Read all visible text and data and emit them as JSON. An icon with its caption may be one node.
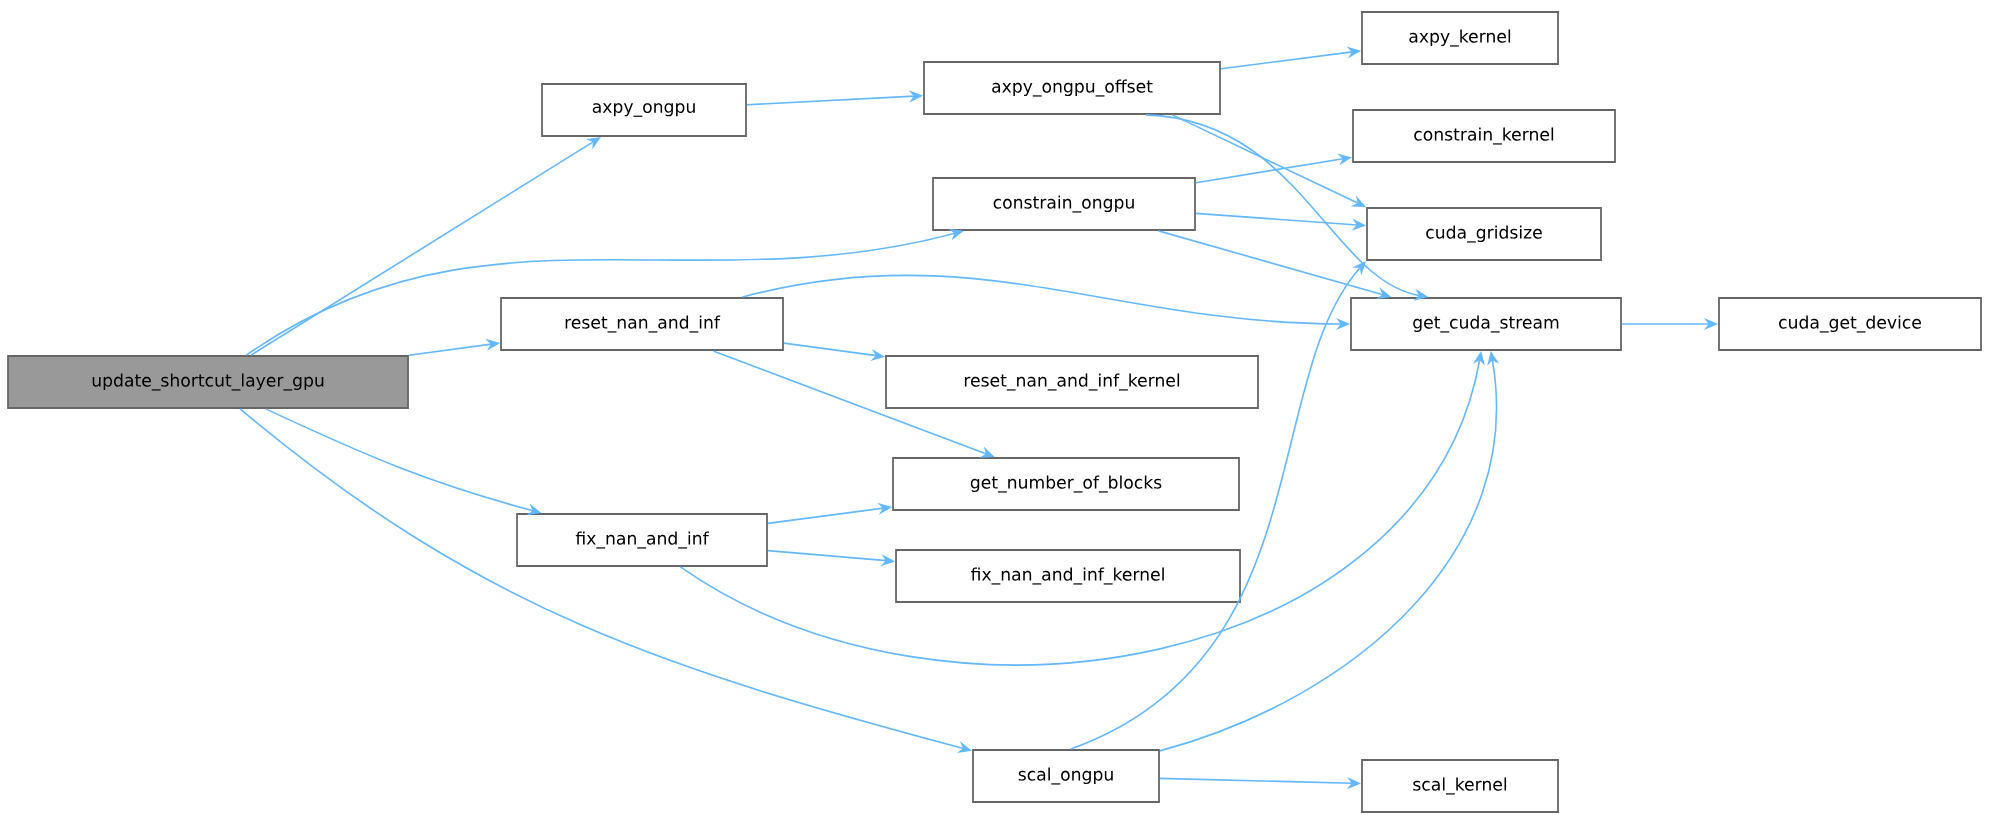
{
  "diagram": {
    "nodes": [
      {
        "text": [
          "update_shortcut_layer_gpu"
        ]
      },
      {
        "text": [
          "axpy_ongpu"
        ]
      },
      {
        "text": [
          "axpy_ongpu_offset"
        ]
      },
      {
        "text": [
          "axpy_kernel"
        ]
      },
      {
        "text": [
          "constrain_ongpu"
        ]
      },
      {
        "text": [
          "constrain_kernel"
        ]
      },
      {
        "text": [
          "cuda_gridsize"
        ]
      },
      {
        "text": [
          "get_cuda_stream"
        ]
      },
      {
        "text": [
          "cuda_get_device"
        ]
      },
      {
        "text": [
          "reset_nan_and_inf"
        ]
      },
      {
        "text": [
          "reset_nan_and_inf_kernel"
        ]
      },
      {
        "text": [
          "get_number_of_blocks"
        ]
      },
      {
        "text": [
          "fix_nan_and_inf"
        ]
      },
      {
        "text": [
          "fix_nan_and_inf_kernel"
        ]
      },
      {
        "text": [
          "scal_ongpu"
        ]
      },
      {
        "text": [
          "scal_kernel"
        ]
      }
    ],
    "edges": [
      {
        "from": 0,
        "to": 1,
        "arrow": "to"
      },
      {
        "from": 0,
        "to": 4,
        "arrow": "to"
      },
      {
        "from": 0,
        "to": 9,
        "arrow": "to"
      },
      {
        "from": 0,
        "to": 12,
        "arrow": "to"
      },
      {
        "from": 0,
        "to": 14,
        "arrow": "to"
      },
      {
        "from": 1,
        "to": 2,
        "arrow": "to"
      },
      {
        "from": 2,
        "to": 3,
        "arrow": "to"
      },
      {
        "from": 2,
        "to": 6,
        "arrow": "to"
      },
      {
        "from": 2,
        "to": 7,
        "arrow": "to"
      },
      {
        "from": 4,
        "to": 5,
        "arrow": "to"
      },
      {
        "from": 4,
        "to": 6,
        "arrow": "to"
      },
      {
        "from": 4,
        "to": 7,
        "arrow": "to"
      },
      {
        "from": 7,
        "to": 8,
        "arrow": "to"
      },
      {
        "from": 9,
        "to": 7,
        "arrow": "to"
      },
      {
        "from": 9,
        "to": 10,
        "arrow": "to"
      },
      {
        "from": 9,
        "to": 11,
        "arrow": "to"
      },
      {
        "from": 12,
        "to": 11,
        "arrow": "to"
      },
      {
        "from": 12,
        "to": 13,
        "arrow": "to"
      },
      {
        "from": 12,
        "to": 7,
        "arrow": "to"
      },
      {
        "from": 14,
        "to": 6,
        "arrow": "to"
      },
      {
        "from": 14,
        "to": 7,
        "arrow": "to"
      },
      {
        "from": 14,
        "to": 15,
        "arrow": "to"
      }
    ]
  }
}
